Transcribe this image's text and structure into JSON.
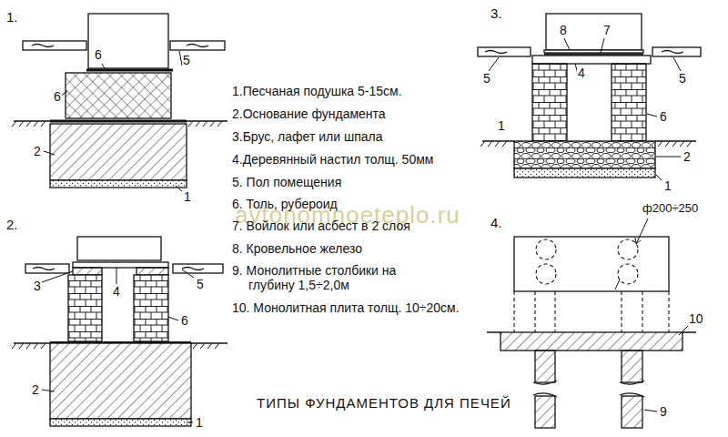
{
  "diagram": {
    "caption": "ТИПЫ ФУНДАМЕНТОВ ДЛЯ ПЕЧЕЙ",
    "labels": [
      "1.",
      "6",
      "5",
      "6",
      "2",
      "1",
      "3.",
      "8",
      "7",
      "5",
      "5",
      "4",
      "6",
      "1",
      "2",
      "1",
      "2.",
      "3",
      "4",
      "5",
      "6",
      "2",
      "1",
      "4.",
      "ф200÷250",
      "10",
      "9",
      "1.Песчаная подушка 5-15см.",
      "2.Основание фундамента",
      "3.Брус, лафет или шпала",
      "4.Деревянный настил толщ. 50мм",
      "5. Пол помещения",
      "6. Толь, рубероид",
      "7. Войлок или асбест в 2 слоя",
      "8. Кровельное железо",
      "9. Монолитные столбики на глубину 1,5÷2,0м",
      "10. Монолитная плита толщ. 10÷20см.",
      "avtonomnoeteplo.ru"
    ]
  }
}
